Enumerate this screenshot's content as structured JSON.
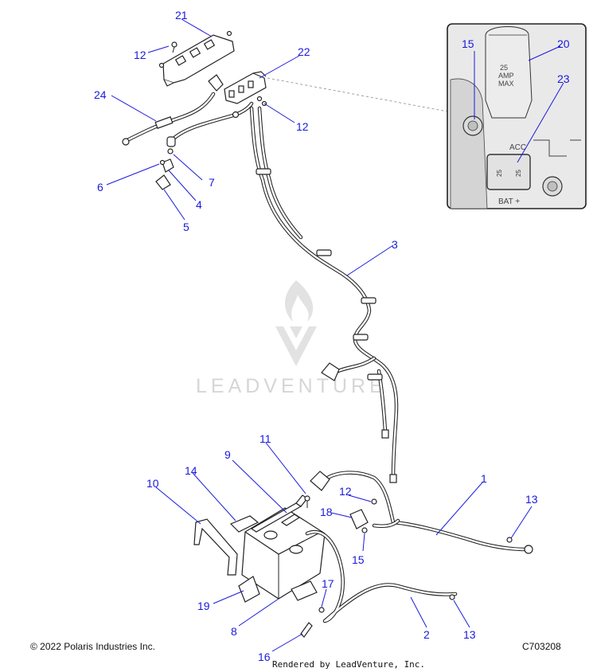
{
  "callouts": {
    "c1": "1",
    "c2": "2",
    "c3": "3",
    "c4": "4",
    "c5": "5",
    "c6": "6",
    "c7": "7",
    "c8": "8",
    "c9": "9",
    "c10": "10",
    "c11": "11",
    "c12a": "12",
    "c12b": "12",
    "c12c": "12",
    "c13a": "13",
    "c13b": "13",
    "c14": "14",
    "c15a": "15",
    "c15b": "15",
    "c16": "16",
    "c17": "17",
    "c18": "18",
    "c19": "19",
    "c20": "20",
    "c21": "21",
    "c22": "22",
    "c23": "23",
    "c24": "24"
  },
  "inset": {
    "fuse_label_1": "25",
    "fuse_label_2": "AMP",
    "fuse_label_3": "MAX",
    "acc_label": "ACC",
    "bat_label": "BAT +",
    "fuse_small_left": "25",
    "fuse_small_right": "25"
  },
  "watermark": {
    "text": "LEADVENTURE"
  },
  "footer": {
    "copyright": "© 2022 Polaris Industries Inc.",
    "drawing_id": "C703208",
    "rendered_by": "Rendered by LeadVenture, Inc."
  },
  "colors": {
    "callout": "#1a1adb",
    "line": "#222222",
    "inset_bg": "#e9e9e9",
    "watermark": "#d6d6d6"
  }
}
